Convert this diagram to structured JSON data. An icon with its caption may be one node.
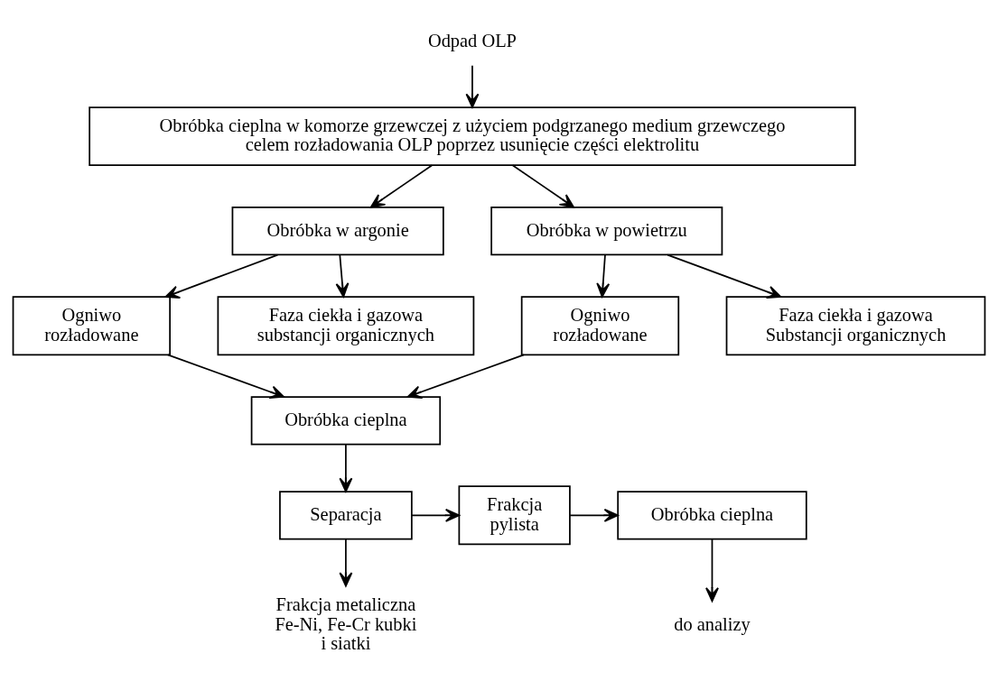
{
  "diagram": {
    "nodes": [
      {
        "text": [
          "Odpad OLP"
        ]
      },
      {
        "text": [
          "Obróbka cieplna w komorze grzewczej z użyciem podgrzanego medium grzewczego celem rozładowania OLP poprzez usunięcie części elektrolitu"
        ]
      },
      {
        "text": [
          "Obróbka w argonie"
        ]
      },
      {
        "text": [
          "Obróbka w powietrzu"
        ]
      },
      {
        "text": [
          "Ogniwo rozładowane"
        ]
      },
      {
        "text": [
          "Faza ciekła i gazowa substancji organicznych"
        ]
      },
      {
        "text": [
          "Ogniwo rozładowane"
        ]
      },
      {
        "text": [
          "Faza ciekła i gazowa Substancji organicznych"
        ]
      },
      {
        "text": [
          "Obróbka cieplna"
        ]
      },
      {
        "text": [
          "Separacja"
        ]
      },
      {
        "text": [
          "Frakcja pylista"
        ]
      },
      {
        "text": [
          "Obróbka cieplna"
        ]
      },
      {
        "text": [
          "Frakcja metaliczna Fe-Ni, Fe-Cr kubki i siatki"
        ]
      },
      {
        "text": [
          "do analizy"
        ]
      }
    ],
    "edges": [
      {
        "from": 0,
        "to": 1,
        "arrow": "to"
      },
      {
        "from": 1,
        "to": 2,
        "arrow": "to"
      },
      {
        "from": 1,
        "to": 3,
        "arrow": "to"
      },
      {
        "from": 2,
        "to": 4,
        "arrow": "to"
      },
      {
        "from": 2,
        "to": 5,
        "arrow": "to"
      },
      {
        "from": 3,
        "to": 6,
        "arrow": "to"
      },
      {
        "from": 3,
        "to": 7,
        "arrow": "to"
      },
      {
        "from": 4,
        "to": 8,
        "arrow": "to"
      },
      {
        "from": 6,
        "to": 8,
        "arrow": "to"
      },
      {
        "from": 8,
        "to": 9,
        "arrow": "to"
      },
      {
        "from": 9,
        "to": 10,
        "arrow": "to"
      },
      {
        "from": 10,
        "to": 11,
        "arrow": "to"
      },
      {
        "from": 9,
        "to": 12,
        "arrow": "to"
      },
      {
        "from": 11,
        "to": 13,
        "arrow": "to"
      }
    ]
  }
}
